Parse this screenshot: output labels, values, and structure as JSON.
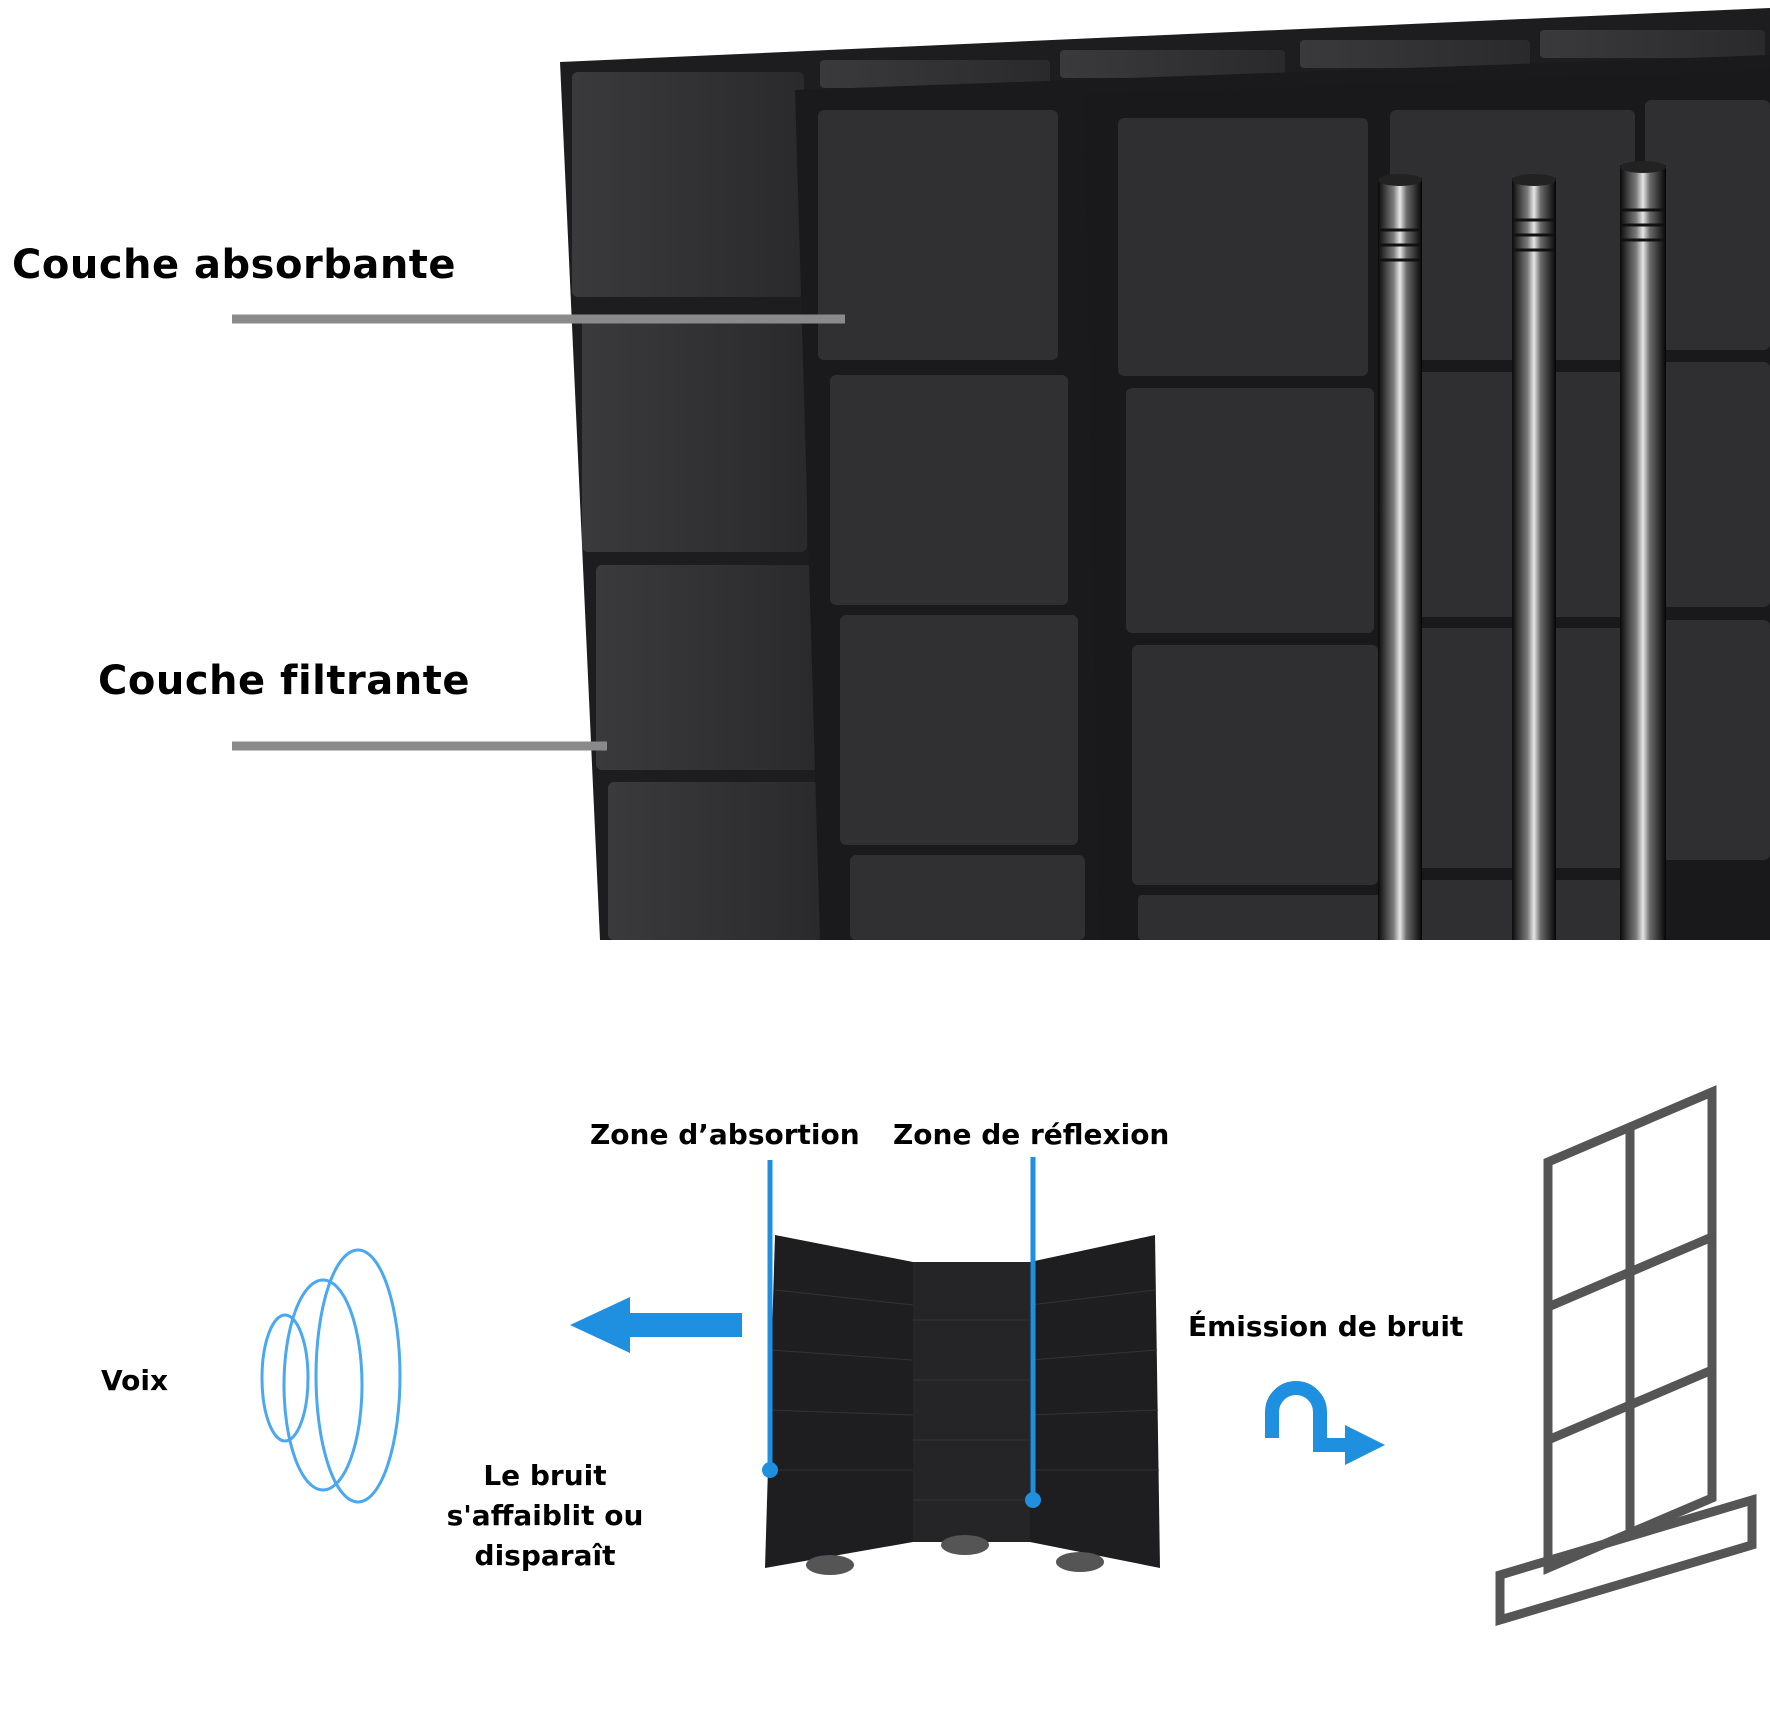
{
  "top_section": {
    "labels": {
      "absorbing_layer": "Couche absorbante",
      "filtering_layer": "Couche filtrante"
    }
  },
  "bottom_section": {
    "labels": {
      "absorption_zone": "Zone d’absortion",
      "reflection_zone": "Zone de réflexion",
      "voice": "Voix",
      "noise_weakens": "Le bruit s'affaiblit ou disparaît",
      "noise_emission": "Émission de bruit"
    }
  },
  "colors": {
    "foam": "#2b2b2e",
    "leader_line": "#8a8a8a",
    "accent_blue": "#1f8fe0",
    "wave_blue": "#4aa8f0",
    "window_frame": "#555555",
    "divider": "#000000"
  },
  "icons": [
    "sound-wave-icon",
    "arrow-left-icon",
    "u-turn-arrow-icon",
    "window-icon"
  ]
}
